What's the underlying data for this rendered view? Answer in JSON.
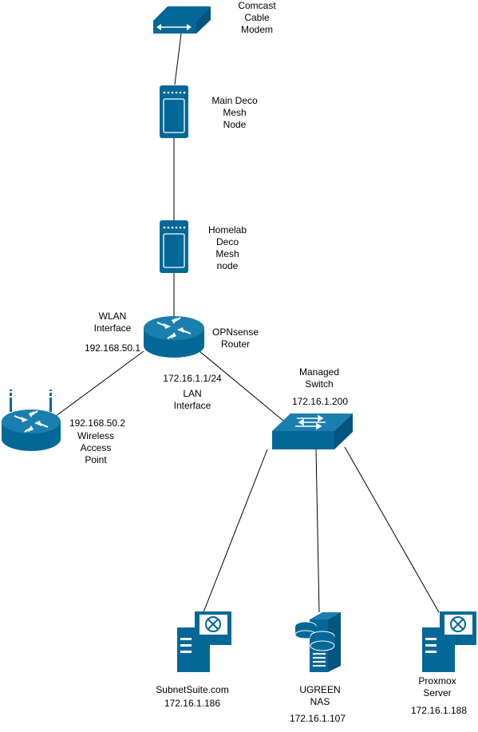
{
  "colors": {
    "device": "#036897",
    "line": "#000000",
    "accent": "#ffffff"
  },
  "nodes": {
    "modem": {
      "label": "Comcast\nCable\nModem",
      "icon": "modem-icon"
    },
    "main_deco": {
      "label": "Main Deco\nMesh\nNode",
      "icon": "mesh-node-icon"
    },
    "homelab_deco": {
      "label": "Homelab\nDeco\nMesh\nnode",
      "icon": "mesh-node-icon"
    },
    "router": {
      "label": "OPNsense\nRouter",
      "icon": "router-icon"
    },
    "wlan_iface": {
      "label": "WLAN\nInterface",
      "ip": "192.168.50.1"
    },
    "lan_iface": {
      "label": "LAN\nInterface",
      "ip": "172.16.1.1/24"
    },
    "ap": {
      "label": "Wireless\nAccess\nPoint",
      "ip": "192.168.50.2",
      "icon": "wireless-router-icon"
    },
    "switch": {
      "label": "Managed\nSwitch",
      "ip": "172.16.1.200",
      "icon": "switch-icon"
    },
    "subnetsuite": {
      "label": "SubnetSuite.com",
      "ip": "172.16.1.186",
      "icon": "server-icon"
    },
    "nas": {
      "label": "UGREEN\nNAS",
      "ip": "172.16.1.107",
      "icon": "storage-server-icon"
    },
    "proxmox": {
      "label": "Proxmox\nServer",
      "ip": "172.16.1.188",
      "icon": "server-icon"
    }
  }
}
